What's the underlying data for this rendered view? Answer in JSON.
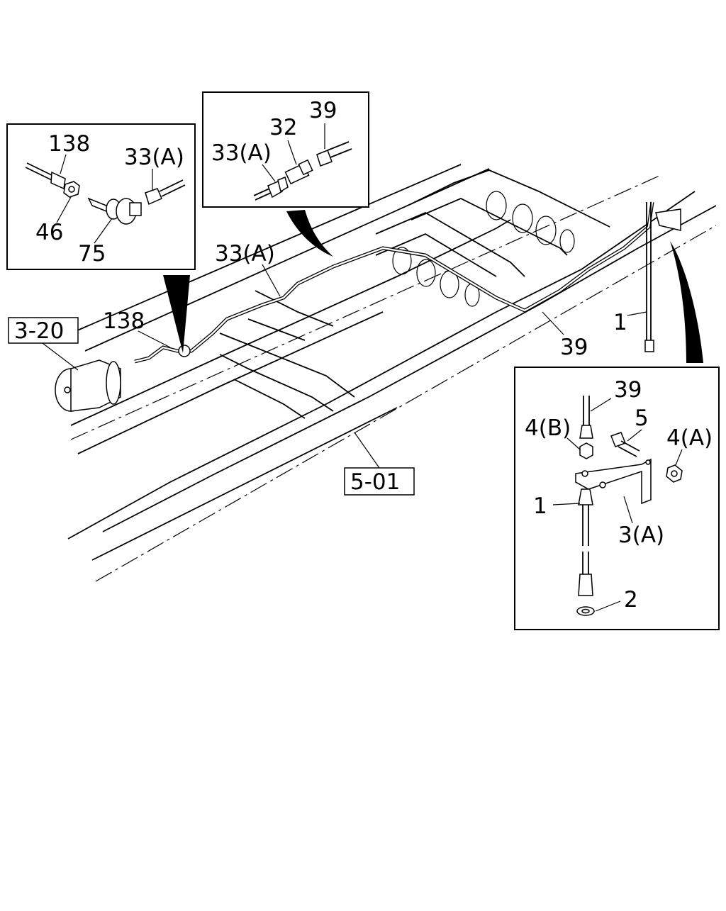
{
  "references": {
    "ref_3_20": "3-20",
    "ref_5_01": "5-01"
  },
  "main_callouts": {
    "c_138": "138",
    "c_33a": "33(A)",
    "c_39": "39",
    "c_1": "1"
  },
  "inset_left": {
    "c_138": "138",
    "c_33a": "33(A)",
    "c_46": "46",
    "c_75": "75"
  },
  "inset_top": {
    "c_33a": "33(A)",
    "c_32": "32",
    "c_39": "39"
  },
  "inset_right": {
    "c_39": "39",
    "c_5": "5",
    "c_4b": "4(B)",
    "c_4a": "4(A)",
    "c_1": "1",
    "c_3a": "3(A)",
    "c_2": "2"
  }
}
